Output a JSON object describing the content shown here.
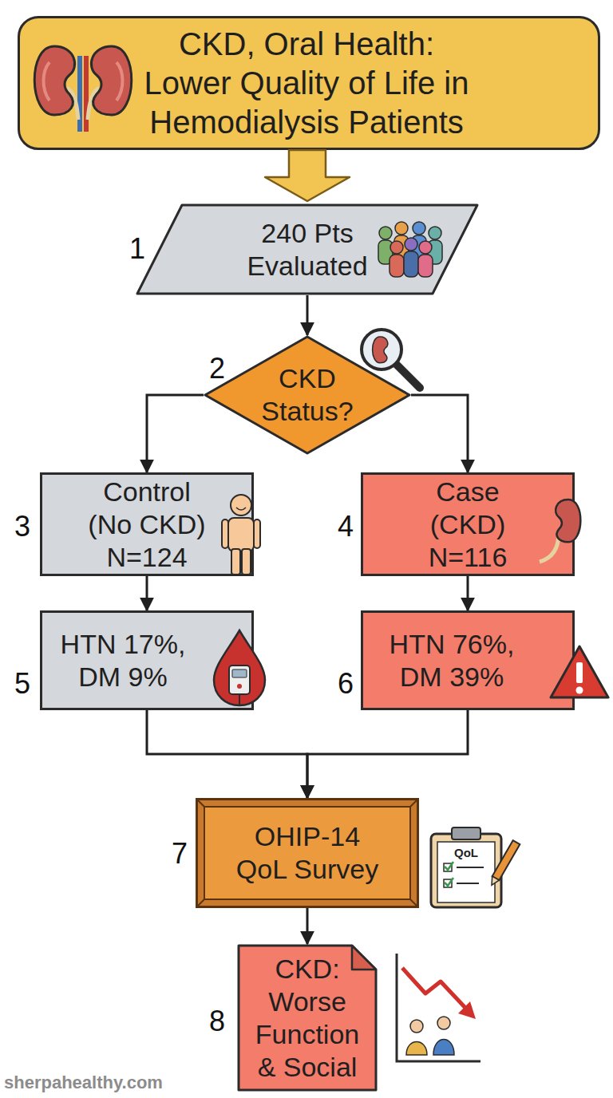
{
  "diagram": {
    "title": "CKD, Oral Health: Lower Quality of Life in Hemodialysis Patients",
    "nodes": [
      {
        "text": [
          "240 Pts Evaluated"
        ]
      },
      {
        "text": [
          "CKD Status?"
        ]
      },
      {
        "text": [
          "Control (No CKD) N=124"
        ]
      },
      {
        "text": [
          "Case (CKD) N=116"
        ]
      },
      {
        "text": [
          "HTN 17%, DM 9%"
        ]
      },
      {
        "text": [
          "HTN 76%, DM 39%"
        ]
      },
      {
        "text": [
          "OHIP-14 QoL Survey"
        ]
      },
      {
        "text": [
          "CKD: Worse Function & Social"
        ]
      }
    ],
    "edges": [
      {
        "from": 0,
        "to": 1,
        "arrow": "to"
      },
      {
        "from": 1,
        "to": 2,
        "arrow": "to"
      },
      {
        "from": 1,
        "to": 3,
        "arrow": "to"
      },
      {
        "from": 2,
        "to": 4,
        "arrow": "to"
      },
      {
        "from": 3,
        "to": 5,
        "arrow": "to"
      },
      {
        "from": 4,
        "to": 6,
        "arrow": "to"
      },
      {
        "from": 5,
        "to": 6,
        "arrow": "to"
      },
      {
        "from": 6,
        "to": 7,
        "arrow": "to"
      }
    ],
    "labels": [
      "1",
      "2",
      "3",
      "4",
      "5",
      "6",
      "7",
      "8",
      "QoL",
      "sherpahealthy.com"
    ]
  }
}
